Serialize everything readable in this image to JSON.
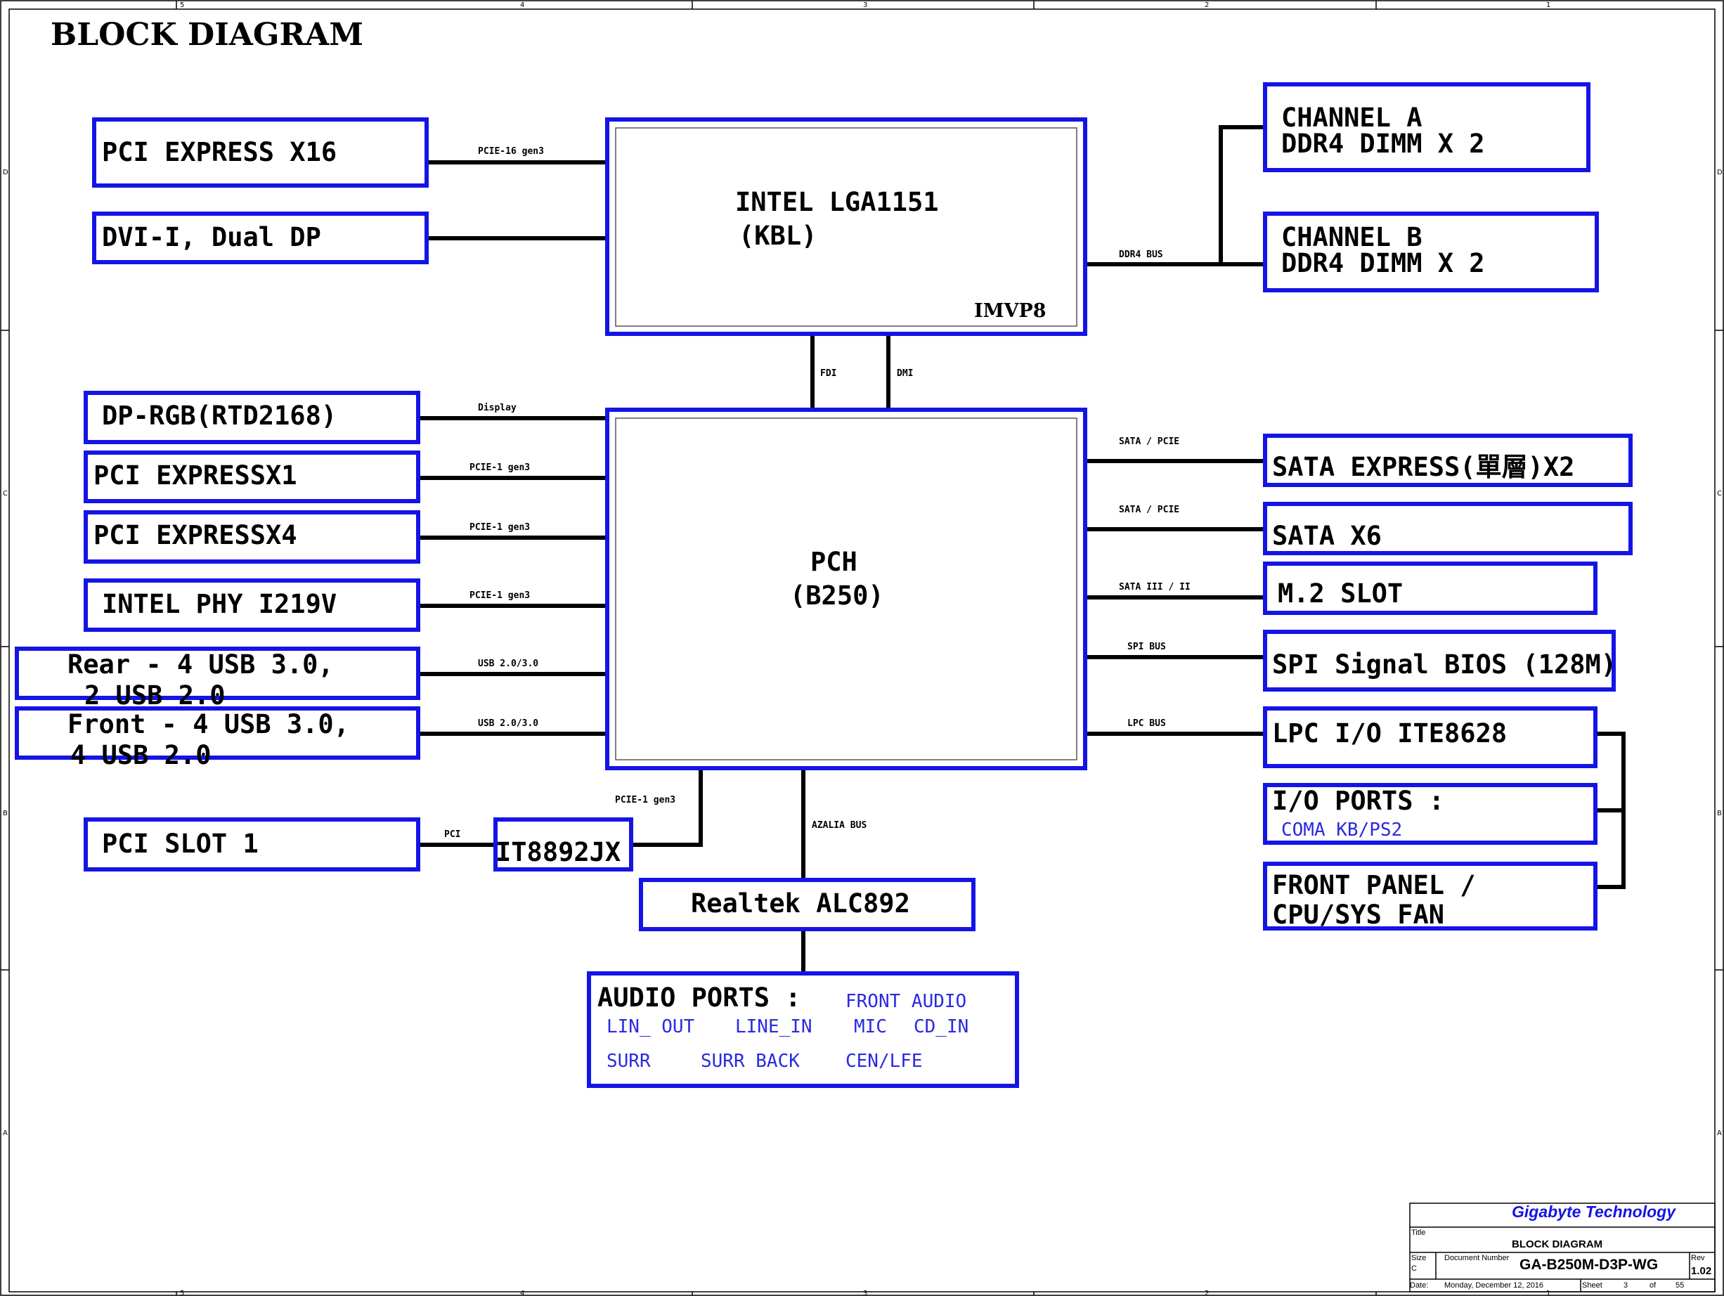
{
  "page_title": "BLOCK DIAGRAM",
  "cpu": {
    "name": "INTEL LGA1151",
    "variant": "(KBL)",
    "vr": "IMVP8"
  },
  "pch": {
    "name": "PCH",
    "variant": "(B250)"
  },
  "cpu_pch_links": {
    "fdi": "FDI",
    "dmi": "DMI"
  },
  "left_cpu": [
    {
      "label": "PCI EXPRESS X16",
      "bus": "PCIE-16 gen3"
    },
    {
      "label": "DVI-I, Dual DP",
      "bus": ""
    }
  ],
  "memory": {
    "bus": "DDR4 BUS",
    "channel_a": {
      "line1": "CHANNEL A",
      "line2": "DDR4  DIMM X 2"
    },
    "channel_b": {
      "line1": "CHANNEL B",
      "line2": "DDR4 DIMM X 2"
    }
  },
  "left_pch": [
    {
      "label": "DP-RGB(RTD2168)",
      "bus": "Display"
    },
    {
      "label": "PCI EXPRESSX1",
      "bus": "PCIE-1 gen3"
    },
    {
      "label": "PCI EXPRESSX4",
      "bus": "PCIE-1 gen3"
    },
    {
      "label": "INTEL PHY I219V",
      "bus": "PCIE-1 gen3"
    },
    {
      "label": "Rear - 4 USB 3.0,",
      "label2": "2 USB 2.0",
      "bus": "USB 2.0/3.0"
    },
    {
      "label": "Front - 4 USB 3.0,",
      "label2": "4 USB 2.0",
      "bus": "USB 2.0/3.0"
    }
  ],
  "right_pch": [
    {
      "label": "SATA EXPRESS(單層)X2",
      "bus": "SATA / PCIE"
    },
    {
      "label": "SATA X6",
      "bus": "SATA / PCIE"
    },
    {
      "label": "M.2 SLOT",
      "bus": "SATA III / II"
    },
    {
      "label": "SPI Signal BIOS (128M)",
      "bus": "SPI BUS"
    },
    {
      "label": "LPC I/O ITE8628",
      "bus": "LPC BUS"
    }
  ],
  "io_ports": {
    "label": "I/O PORTS  :",
    "items": "COMA  KB/PS2"
  },
  "front_panel": {
    "line1": "FRONT PANEL /",
    "line2": "CPU/SYS FAN"
  },
  "pci_slot": {
    "label": "PCI SLOT 1",
    "bus": "PCI"
  },
  "bridge": {
    "label": "IT8892JX",
    "bus": "PCIE-1 gen3"
  },
  "audio_codec": {
    "label": "Realtek ALC892",
    "bus": "AZALIA BUS"
  },
  "audio_ports": {
    "label": "AUDIO PORTS  :",
    "front": "FRONT AUDIO",
    "row1": [
      "LIN_ OUT",
      "LINE_IN",
      "MIC",
      "CD_IN"
    ],
    "row2": [
      "SURR",
      "SURR BACK",
      "CEN/LFE"
    ]
  },
  "border": {
    "cols": [
      "5",
      "4",
      "3",
      "2",
      "1"
    ],
    "rows": [
      "D",
      "C",
      "B",
      "A"
    ]
  },
  "title_block": {
    "company": "Gigabyte Technology",
    "title_label": "Title",
    "title": "BLOCK DIAGRAM",
    "size_label": "Size",
    "size": "C",
    "docnum_label": "Document Number",
    "docnum": "GA-B250M-D3P-WG",
    "rev_label": "Rev",
    "rev": "1.02",
    "date_label": "Date:",
    "date": "Monday, December 12, 2016",
    "sheet_label": "Sheet",
    "sheet": "3",
    "of_label": "of",
    "sheet_total": "55"
  }
}
